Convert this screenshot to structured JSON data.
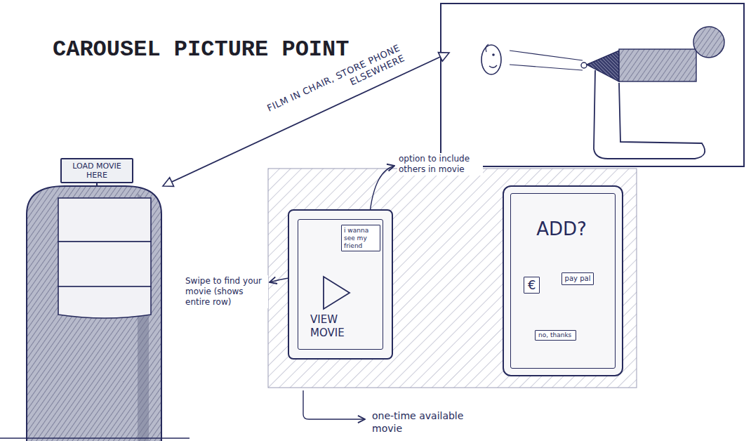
{
  "diagram": {
    "title": "CAROUSEL PICTURE POINT",
    "nodes": [
      {
        "text": [
          "LOAD MOVIE HERE"
        ]
      },
      {
        "text": [
          "VIEW MOVIE"
        ]
      },
      {
        "text": [
          "i wanna see my friend"
        ],
        "in": 1
      },
      {
        "text": [
          "ADD?"
        ]
      },
      {
        "text": [
          "€"
        ],
        "in": 3
      },
      {
        "text": [
          "pay pal"
        ],
        "in": 3
      },
      {
        "text": [
          "no, thanks"
        ],
        "in": 3
      }
    ],
    "labels": [
      "FILM IN CHAIR, STORE PHONE ELSEWHERE",
      "option to include others in movie",
      "Swipe to find your movie (shows entire row)",
      "one-time available movie"
    ]
  }
}
